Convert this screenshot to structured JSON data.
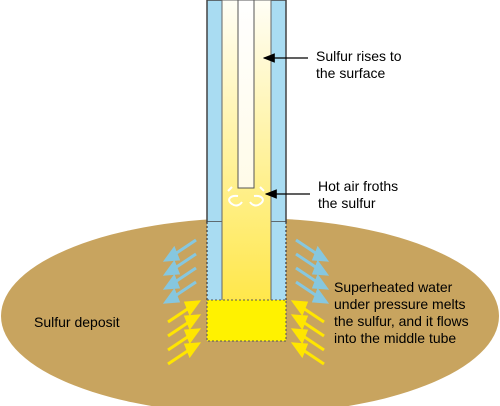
{
  "labels": {
    "sulfur_rises": [
      "Sulfur rises to",
      "the surface"
    ],
    "hot_air": [
      "Hot air froths",
      "the sulfur"
    ],
    "superheated": [
      "Superheated water",
      "under pressure melts",
      "the sulfur, and it flows",
      "into the middle tube"
    ],
    "deposit": "Sulfur deposit"
  },
  "colors": {
    "deposit": "#c8a45f",
    "outer_water": "#a9dcf2",
    "inner_sulfur_top": "#fffdf0",
    "inner_sulfur_bottom": "#ffe84a",
    "melt_pool": "#fff200",
    "arrow_water": "#7ec8e3",
    "arrow_sulfur": "#ffe600",
    "pipe_outline": "#444444"
  }
}
